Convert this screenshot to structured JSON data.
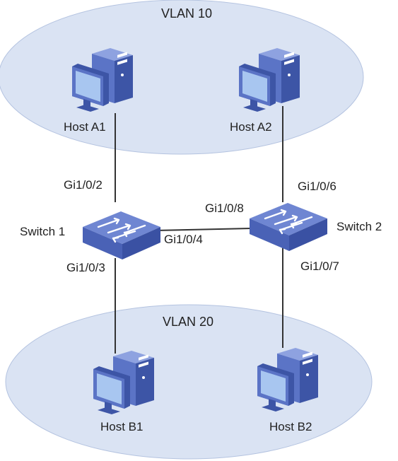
{
  "vlans": [
    {
      "label": "VLAN 10"
    },
    {
      "label": "VLAN 20"
    }
  ],
  "hosts": {
    "a1": "Host A1",
    "a2": "Host A2",
    "b1": "Host B1",
    "b2": "Host B2"
  },
  "switches": {
    "s1": "Switch 1",
    "s2": "Switch 2"
  },
  "ports": {
    "sw1_host_a1": "Gi1/0/2",
    "sw1_host_b1": "Gi1/0/3",
    "sw1_sw2": "Gi1/0/4",
    "sw2_host_a2": "Gi1/0/6",
    "sw2_host_b2": "Gi1/0/7",
    "sw2_sw1": "Gi1/0/8"
  },
  "colors": {
    "vlan_fill": "#dae3f3",
    "vlan_stroke": "#b4c3e0",
    "link": "#333333",
    "device_front": "#5b74c6",
    "device_side": "#3d55a6",
    "device_top": "#8ea2e0",
    "screen": "#a8c6f0",
    "text": "#222222"
  }
}
